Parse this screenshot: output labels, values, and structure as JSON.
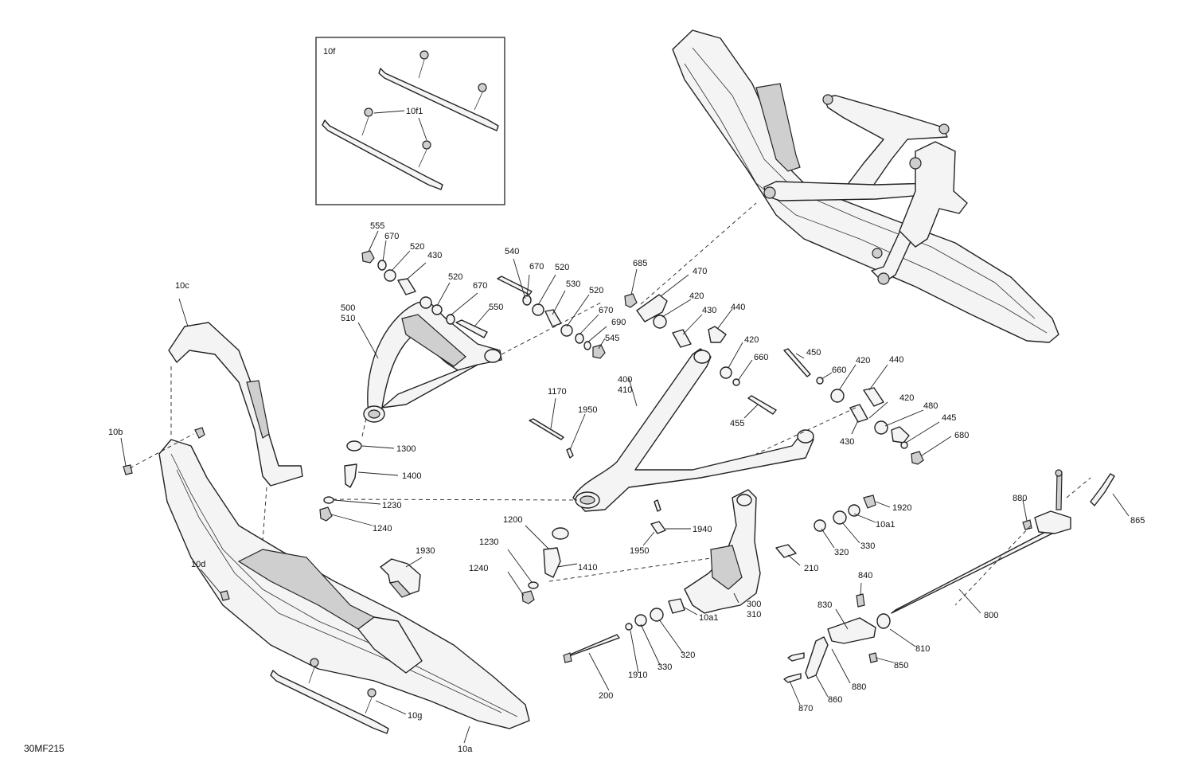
{
  "drawing": {
    "reference_code": "30MF215",
    "inset_label": "10f",
    "inset_sub_label": "10f1"
  },
  "callouts": {
    "c555": "555",
    "c670a": "670",
    "c520a": "520",
    "c430a": "430",
    "c520b": "520",
    "c670b": "670",
    "c550": "550",
    "c500": "500",
    "c510": "510",
    "c540": "540",
    "c670c": "670",
    "c520c": "520",
    "c530": "530",
    "c520d": "520",
    "c670d": "670",
    "c690": "690",
    "c545": "545",
    "c685": "685",
    "c470": "470",
    "c420a": "420",
    "c430b": "430",
    "c440a": "440",
    "c420b": "420",
    "c660a": "660",
    "c455": "455",
    "c450": "450",
    "c660b": "660",
    "c420c": "420",
    "c440b": "440",
    "c420d": "420",
    "c480": "480",
    "c445": "445",
    "c680": "680",
    "c430c": "430",
    "c400": "400",
    "c410": "410",
    "c1170": "1170",
    "c1950a": "1950",
    "c10c": "10c",
    "c10b": "10b",
    "c1300": "1300",
    "c1400": "1400",
    "c1230a": "1230",
    "c1240a": "1240",
    "c1200": "1200",
    "c1230b": "1230",
    "c1240b": "1240",
    "c1410": "1410",
    "c1950b": "1950",
    "c1940": "1940",
    "c1930": "1930",
    "c10d": "10d",
    "c10g": "10g",
    "c10a": "10a",
    "c1920": "1920",
    "c10a1a": "10a1",
    "c330a": "330",
    "c320a": "320",
    "c210": "210",
    "c300": "300",
    "c310": "310",
    "c10a1b": "10a1",
    "c320b": "320",
    "c330b": "330",
    "c1910": "1910",
    "c200": "200",
    "c880a": "880",
    "c865": "865",
    "c800": "800",
    "c840": "840",
    "c830": "830",
    "c810": "810",
    "c850": "850",
    "c880b": "880",
    "c860": "860",
    "c870": "870"
  }
}
